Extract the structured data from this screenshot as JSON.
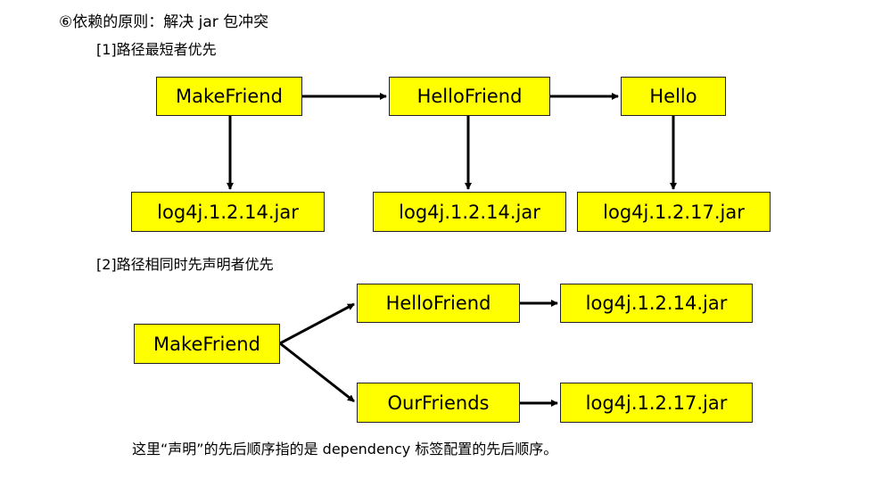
{
  "heading": "⑥依赖的原则：解决 jar 包冲突",
  "rule1": {
    "title": "[1]路径最短者优先",
    "nodes": {
      "make_friend": "MakeFriend",
      "hello_friend": "HelloFriend",
      "hello": "Hello",
      "jar_a": "log4j.1.2.14.jar",
      "jar_b": "log4j.1.2.14.jar",
      "jar_c": "log4j.1.2.17.jar"
    }
  },
  "rule2": {
    "title": "[2]路径相同时先声明者优先",
    "nodes": {
      "make_friend": "MakeFriend",
      "hello_friend": "HelloFriend",
      "our_friends": "OurFriends",
      "jar_a": "log4j.1.2.14.jar",
      "jar_b": "log4j.1.2.17.jar"
    }
  },
  "note": "这里“声明”的先后顺序指的是 dependency 标签配置的先后顺序。",
  "colors": {
    "box_fill": "#ffff00",
    "box_border": "#222222",
    "arrow": "#000000"
  }
}
